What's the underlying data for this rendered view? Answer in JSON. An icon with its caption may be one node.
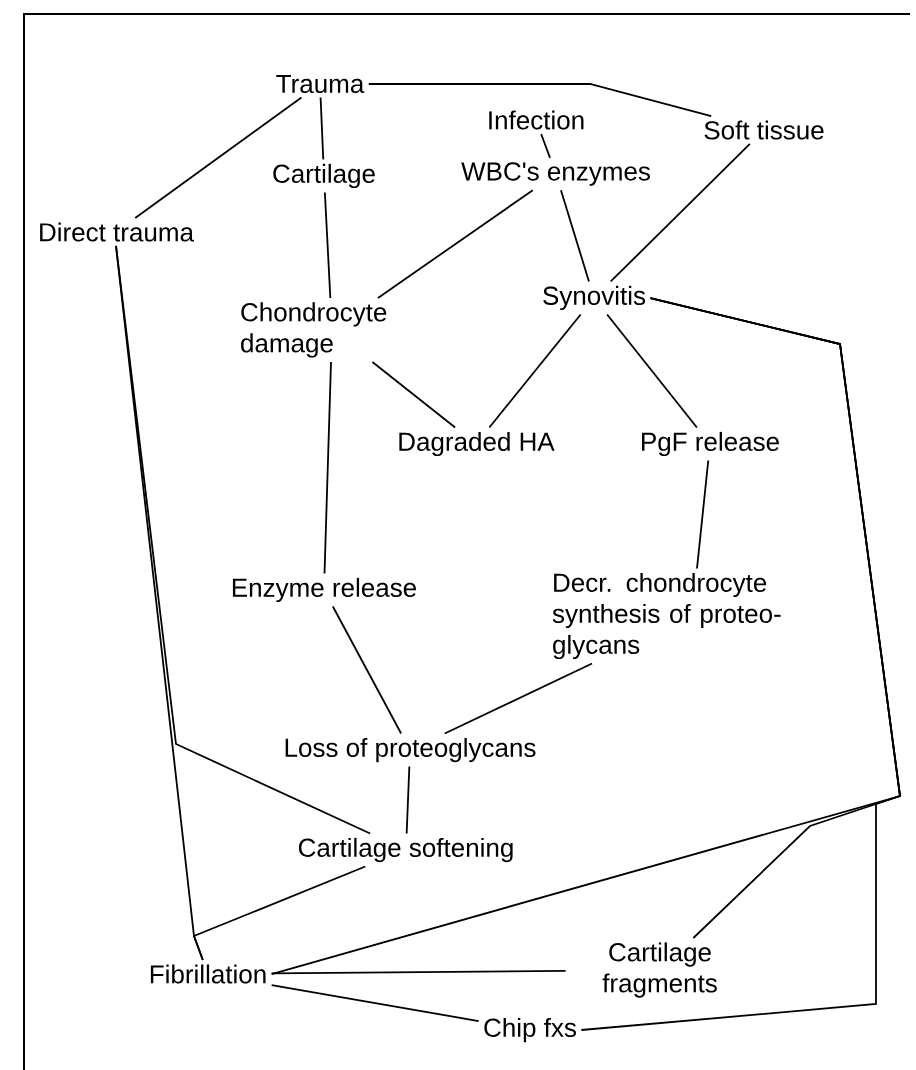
{
  "diagram": {
    "nodes": [
      {
        "text": [
          "Trauma"
        ]
      },
      {
        "text": [
          "Infection"
        ]
      },
      {
        "text": [
          "Soft tissue"
        ]
      },
      {
        "text": [
          "Cartilage"
        ]
      },
      {
        "text": [
          "WBC's enzymes"
        ]
      },
      {
        "text": [
          "Direct trauma"
        ]
      },
      {
        "text": [
          "Synovitis"
        ]
      },
      {
        "text": [
          "Chondrocyte damage"
        ]
      },
      {
        "text": [
          "Dagraded HA"
        ]
      },
      {
        "text": [
          "PgF release"
        ]
      },
      {
        "text": [
          "Enzyme release"
        ]
      },
      {
        "text": [
          "Decr. chondrocyte synthesis of proteo-glycans"
        ]
      },
      {
        "text": [
          "Loss of proteoglycans"
        ]
      },
      {
        "text": [
          "Cartilage softening"
        ]
      },
      {
        "text": [
          "Fibrillation"
        ]
      },
      {
        "text": [
          "Cartilage fragments"
        ]
      },
      {
        "text": [
          "Chip fxs"
        ]
      }
    ],
    "edges": [
      {
        "from": 0,
        "to": 2,
        "arrow": "none"
      },
      {
        "from": 0,
        "to": 5,
        "arrow": "none"
      },
      {
        "from": 0,
        "to": 3,
        "arrow": "none"
      },
      {
        "from": 1,
        "to": 4,
        "arrow": "none"
      },
      {
        "from": 3,
        "to": 7,
        "arrow": "none"
      },
      {
        "from": 4,
        "to": 7,
        "arrow": "none"
      },
      {
        "from": 4,
        "to": 6,
        "arrow": "none"
      },
      {
        "from": 2,
        "to": 6,
        "arrow": "none"
      },
      {
        "from": 5,
        "to": 13,
        "arrow": "none"
      },
      {
        "from": 5,
        "to": 14,
        "arrow": "none"
      },
      {
        "from": 13,
        "to": 14,
        "arrow": "none"
      },
      {
        "from": 7,
        "to": 8,
        "arrow": "none"
      },
      {
        "from": 6,
        "to": 8,
        "arrow": "none"
      },
      {
        "from": 6,
        "to": 9,
        "arrow": "none"
      },
      {
        "from": 7,
        "to": 10,
        "arrow": "none"
      },
      {
        "from": 9,
        "to": 11,
        "arrow": "none"
      },
      {
        "from": 10,
        "to": 12,
        "arrow": "none"
      },
      {
        "from": 11,
        "to": 12,
        "arrow": "none"
      },
      {
        "from": 12,
        "to": 13,
        "arrow": "none"
      },
      {
        "from": 6,
        "to": 14,
        "arrow": "none"
      },
      {
        "from": 6,
        "to": 15,
        "arrow": "none"
      },
      {
        "from": 6,
        "to": 16,
        "arrow": "none"
      },
      {
        "from": 14,
        "to": 15,
        "arrow": "none"
      },
      {
        "from": 14,
        "to": 16,
        "arrow": "none"
      }
    ]
  }
}
